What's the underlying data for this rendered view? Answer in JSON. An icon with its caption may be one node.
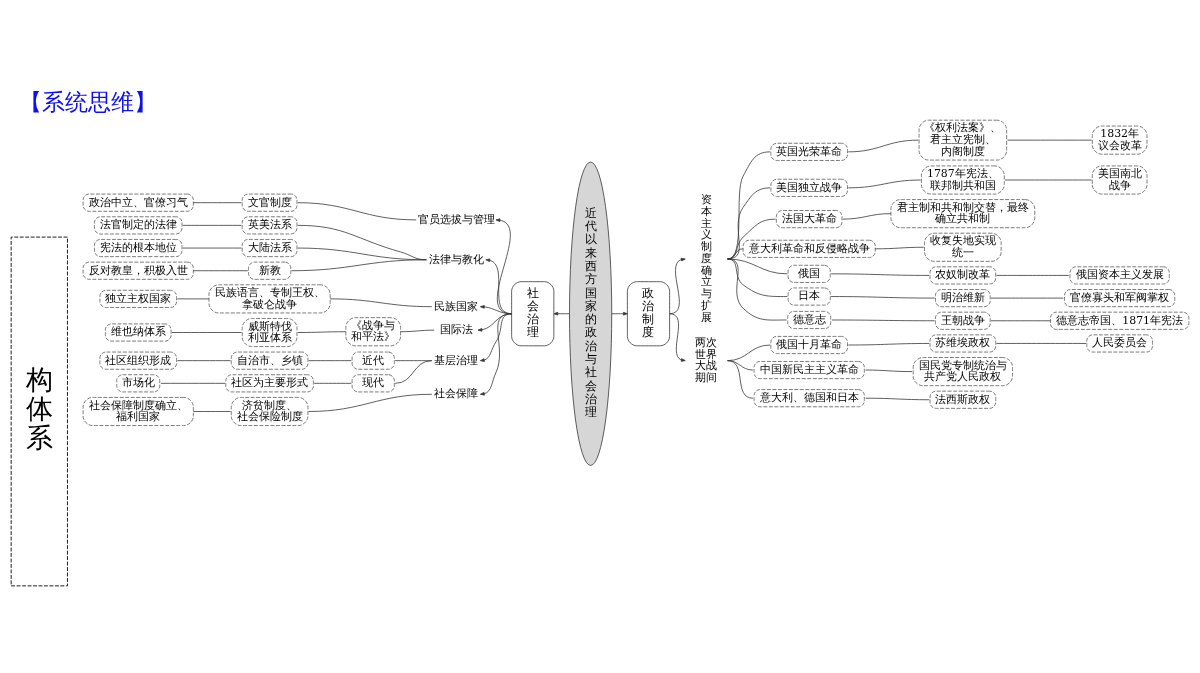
{
  "diagram": {
    "title": "【系统思维】",
    "nodes": [
      {
        "text": [
          "构体系"
        ]
      },
      {
        "text": [
          "政治中立、官僚习气"
        ]
      },
      {
        "text": [
          "文官制度"
        ]
      },
      {
        "text": [
          "官员选拔与管理"
        ]
      },
      {
        "text": [
          "法官制定的法律"
        ]
      },
      {
        "text": [
          "英美法系"
        ]
      },
      {
        "text": [
          "宪法的根本地位"
        ]
      },
      {
        "text": [
          "大陆法系"
        ]
      },
      {
        "text": [
          "法律与教化"
        ]
      },
      {
        "text": [
          "反对教皇，积极入世"
        ]
      },
      {
        "text": [
          "新教"
        ]
      },
      {
        "text": [
          "独立主权国家"
        ]
      },
      {
        "text": [
          "民族语言、专制王权、拿破仑战争"
        ]
      },
      {
        "text": [
          "民族国家"
        ]
      },
      {
        "text": [
          "维也纳体系"
        ]
      },
      {
        "text": [
          "威斯特伐利亚体系"
        ]
      },
      {
        "text": [
          "《战争与和平法》"
        ]
      },
      {
        "text": [
          "国际法"
        ]
      },
      {
        "text": [
          "社区组织形成"
        ]
      },
      {
        "text": [
          "自治市、乡镇"
        ]
      },
      {
        "text": [
          "近代"
        ]
      },
      {
        "text": [
          "基层治理"
        ]
      },
      {
        "text": [
          "市场化"
        ]
      },
      {
        "text": [
          "社区为主要形式"
        ]
      },
      {
        "text": [
          "现代"
        ]
      },
      {
        "text": [
          "社会保障制度确立、福利国家"
        ]
      },
      {
        "text": [
          "济贫制度、社会保险制度"
        ]
      },
      {
        "text": [
          "社会保障"
        ]
      },
      {
        "text": [
          "社会治理"
        ]
      },
      {
        "text": [
          "近代以来西方国家的政治与社会治理"
        ]
      },
      {
        "text": [
          "政治制度"
        ]
      },
      {
        "text": [
          "资本主义制度确立与扩展"
        ]
      },
      {
        "text": [
          "英国光荣革命"
        ]
      },
      {
        "text": [
          "《权利法案》、君主立宪制、内阁制度"
        ]
      },
      {
        "text": [
          "1832年议会改革"
        ]
      },
      {
        "text": [
          "美国独立战争"
        ]
      },
      {
        "text": [
          "1787年宪法、联邦制共和国"
        ]
      },
      {
        "text": [
          "美国南北战争"
        ]
      },
      {
        "text": [
          "法国大革命"
        ]
      },
      {
        "text": [
          "君主制和共和制交替，最终确立共和制"
        ]
      },
      {
        "text": [
          "意大利革命和反侵略战争"
        ]
      },
      {
        "text": [
          "收复失地实现统一"
        ]
      },
      {
        "text": [
          "俄国"
        ]
      },
      {
        "text": [
          "农奴制改革"
        ]
      },
      {
        "text": [
          "俄国资本主义发展"
        ]
      },
      {
        "text": [
          "日本"
        ]
      },
      {
        "text": [
          "明治维新"
        ]
      },
      {
        "text": [
          "官僚寡头和军阀掌权"
        ]
      },
      {
        "text": [
          "德意志"
        ]
      },
      {
        "text": [
          "王朝战争"
        ]
      },
      {
        "text": [
          "德意志帝国、1871年宪法"
        ]
      },
      {
        "text": [
          "两次世界大战期间"
        ]
      },
      {
        "text": [
          "俄国十月革命"
        ]
      },
      {
        "text": [
          "苏维埃政权"
        ]
      },
      {
        "text": [
          "人民委员会"
        ]
      },
      {
        "text": [
          "中国新民主主义革命"
        ]
      },
      {
        "text": [
          "国民党专制统治与共产党人民政权"
        ]
      },
      {
        "text": [
          "意大利、德国和日本"
        ]
      },
      {
        "text": [
          "法西斯政权"
        ]
      }
    ],
    "edges": [
      {
        "from": 29,
        "to": 28,
        "arrow": "to"
      },
      {
        "from": 29,
        "to": 30,
        "arrow": "to"
      },
      {
        "from": 28,
        "to": 3,
        "arrow": "to"
      },
      {
        "from": 28,
        "to": 8,
        "arrow": "to"
      },
      {
        "from": 28,
        "to": 13,
        "arrow": "to"
      },
      {
        "from": 28,
        "to": 17,
        "arrow": "to"
      },
      {
        "from": 28,
        "to": 21,
        "arrow": "to"
      },
      {
        "from": 28,
        "to": 27,
        "arrow": "to"
      },
      {
        "from": 3,
        "to": 2,
        "arrow": "none"
      },
      {
        "from": 2,
        "to": 1,
        "arrow": "none"
      },
      {
        "from": 8,
        "to": 5,
        "arrow": "none"
      },
      {
        "from": 8,
        "to": 7,
        "arrow": "none"
      },
      {
        "from": 8,
        "to": 10,
        "arrow": "none"
      },
      {
        "from": 5,
        "to": 4,
        "arrow": "none"
      },
      {
        "from": 7,
        "to": 6,
        "arrow": "none"
      },
      {
        "from": 10,
        "to": 9,
        "arrow": "none"
      },
      {
        "from": 13,
        "to": 12,
        "arrow": "none"
      },
      {
        "from": 12,
        "to": 11,
        "arrow": "none"
      },
      {
        "from": 17,
        "to": 16,
        "arrow": "none"
      },
      {
        "from": 16,
        "to": 15,
        "arrow": "none"
      },
      {
        "from": 15,
        "to": 14,
        "arrow": "none"
      },
      {
        "from": 21,
        "to": 20,
        "arrow": "none"
      },
      {
        "from": 21,
        "to": 24,
        "arrow": "none"
      },
      {
        "from": 20,
        "to": 19,
        "arrow": "none"
      },
      {
        "from": 19,
        "to": 18,
        "arrow": "none"
      },
      {
        "from": 24,
        "to": 23,
        "arrow": "none"
      },
      {
        "from": 23,
        "to": 22,
        "arrow": "none"
      },
      {
        "from": 27,
        "to": 26,
        "arrow": "none"
      },
      {
        "from": 26,
        "to": 25,
        "arrow": "none"
      },
      {
        "from": 30,
        "to": 31,
        "arrow": "to"
      },
      {
        "from": 30,
        "to": 51,
        "arrow": "to"
      },
      {
        "from": 31,
        "to": 32,
        "arrow": "none"
      },
      {
        "from": 31,
        "to": 35,
        "arrow": "none"
      },
      {
        "from": 31,
        "to": 38,
        "arrow": "none"
      },
      {
        "from": 31,
        "to": 40,
        "arrow": "none"
      },
      {
        "from": 31,
        "to": 42,
        "arrow": "none"
      },
      {
        "from": 31,
        "to": 45,
        "arrow": "none"
      },
      {
        "from": 31,
        "to": 48,
        "arrow": "none"
      },
      {
        "from": 32,
        "to": 33,
        "arrow": "none"
      },
      {
        "from": 33,
        "to": 34,
        "arrow": "none"
      },
      {
        "from": 35,
        "to": 36,
        "arrow": "none"
      },
      {
        "from": 36,
        "to": 37,
        "arrow": "none"
      },
      {
        "from": 38,
        "to": 39,
        "arrow": "none"
      },
      {
        "from": 40,
        "to": 41,
        "arrow": "none"
      },
      {
        "from": 42,
        "to": 43,
        "arrow": "none"
      },
      {
        "from": 43,
        "to": 44,
        "arrow": "none"
      },
      {
        "from": 45,
        "to": 46,
        "arrow": "none"
      },
      {
        "from": 46,
        "to": 47,
        "arrow": "none"
      },
      {
        "from": 48,
        "to": 49,
        "arrow": "none"
      },
      {
        "from": 49,
        "to": 50,
        "arrow": "none"
      },
      {
        "from": 51,
        "to": 52,
        "arrow": "none"
      },
      {
        "from": 51,
        "to": 55,
        "arrow": "none"
      },
      {
        "from": 51,
        "to": 57,
        "arrow": "none"
      },
      {
        "from": 52,
        "to": 53,
        "arrow": "none"
      },
      {
        "from": 53,
        "to": 54,
        "arrow": "none"
      },
      {
        "from": 55,
        "to": 56,
        "arrow": "none"
      },
      {
        "from": 57,
        "to": 58,
        "arrow": "none"
      }
    ]
  }
}
